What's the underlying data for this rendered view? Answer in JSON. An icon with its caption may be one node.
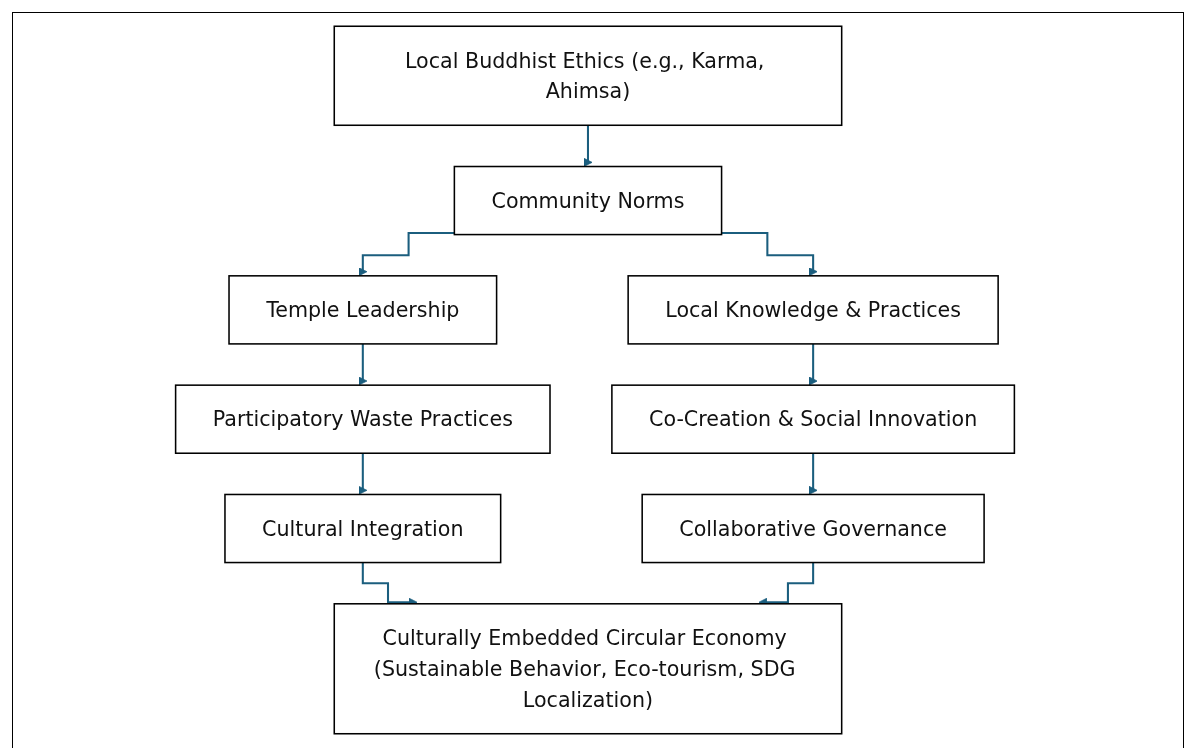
{
  "diagram": {
    "nodes": [
      {
        "text": [
          "Local Buddhist Ethics (e.g., Karma, Ahimsa)"
        ]
      },
      {
        "text": [
          "Community Norms"
        ]
      },
      {
        "text": [
          "Temple Leadership"
        ]
      },
      {
        "text": [
          "Participatory Waste Practices"
        ]
      },
      {
        "text": [
          "Cultural Integration"
        ]
      },
      {
        "text": [
          "Local Knowledge & Practices"
        ]
      },
      {
        "text": [
          "Co-Creation & Social Innovation"
        ]
      },
      {
        "text": [
          "Collaborative Governance"
        ]
      },
      {
        "text": [
          "Culturally Embedded Circular Economy (Sustainable Behavior, Eco-tourism, SDG Localization)"
        ]
      }
    ],
    "edges": [
      {
        "from": 0,
        "to": 1,
        "arrow": "to"
      },
      {
        "from": 1,
        "to": 2,
        "arrow": "to"
      },
      {
        "from": 1,
        "to": 5,
        "arrow": "to"
      },
      {
        "from": 2,
        "to": 3,
        "arrow": "to"
      },
      {
        "from": 3,
        "to": 4,
        "arrow": "to"
      },
      {
        "from": 5,
        "to": 6,
        "arrow": "to"
      },
      {
        "from": 6,
        "to": 7,
        "arrow": "to"
      },
      {
        "from": 4,
        "to": 8,
        "arrow": "to"
      },
      {
        "from": 7,
        "to": 8,
        "arrow": "to"
      }
    ]
  }
}
